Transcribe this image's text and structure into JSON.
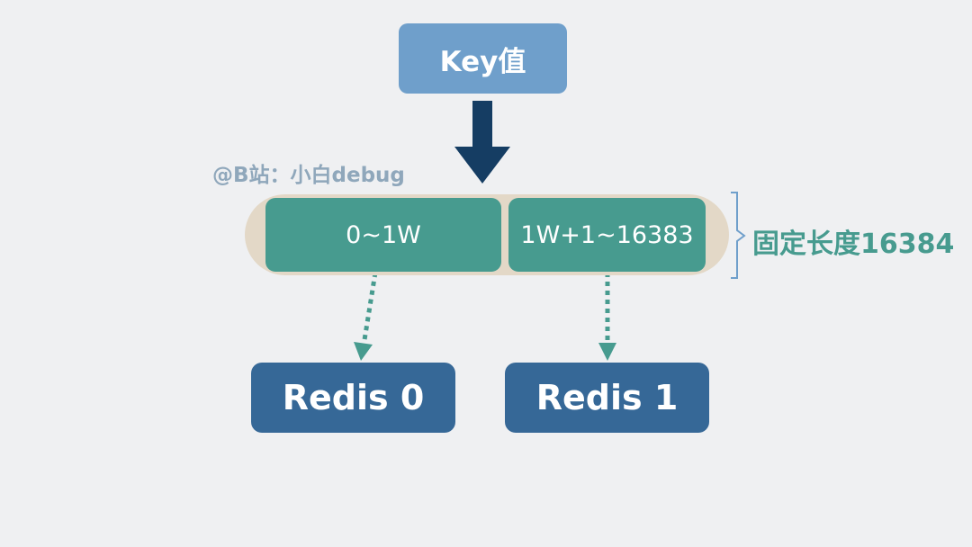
{
  "diagram": {
    "key_node": {
      "label": "Key值"
    },
    "watermark": "@B站：小白debug",
    "slots": [
      {
        "label": "0~1W"
      },
      {
        "label": "1W+1~16383"
      }
    ],
    "length_annotation": "固定长度16384",
    "nodes": [
      {
        "label": "Redis 0"
      },
      {
        "label": "Redis 1"
      }
    ],
    "colors": {
      "background": "#eff0f2",
      "key_node": "#6f9fcb",
      "arrow": "#153d63",
      "track": "#e3d8c7",
      "slot": "#479b8f",
      "redis_node": "#366897",
      "bracket": "#6f9fcb",
      "watermark": "#8fa7bb"
    }
  }
}
